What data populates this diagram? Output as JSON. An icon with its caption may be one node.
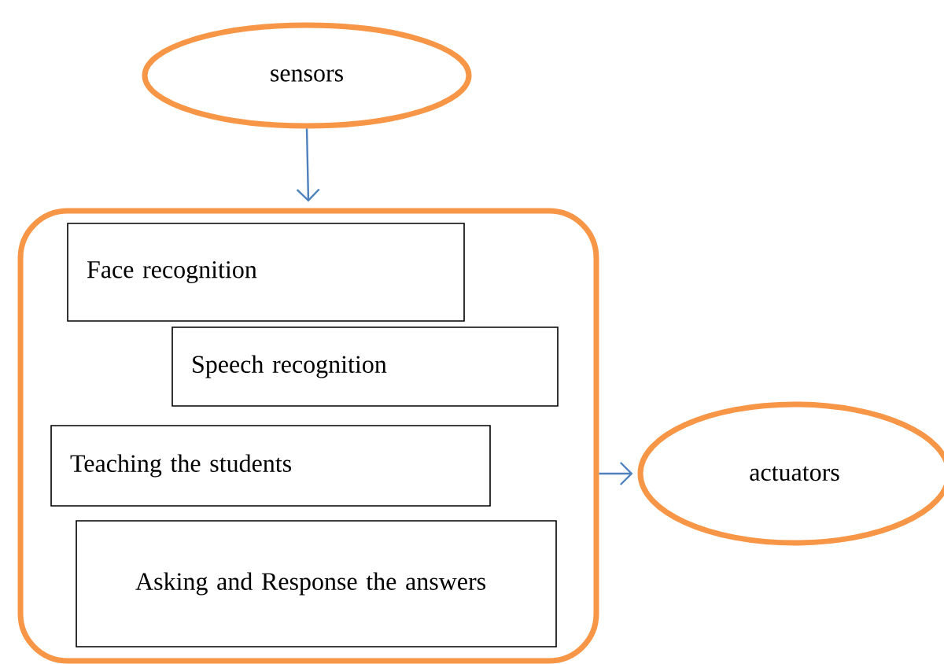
{
  "diagram": {
    "nodes": [
      {
        "text": [
          "sensors"
        ]
      },
      {
        "text": [],
        "shape": "box"
      },
      {
        "text": [
          "Face recognition"
        ],
        "in": 1
      },
      {
        "text": [
          "Speech recognition"
        ],
        "in": 1
      },
      {
        "text": [
          "Teaching the students"
        ],
        "in": 1
      },
      {
        "text": [
          "Asking and Response the answers"
        ],
        "in": 1
      },
      {
        "text": [
          "actuators"
        ]
      }
    ],
    "edges": [
      {
        "from": 0,
        "to": 1,
        "arrow": "to"
      },
      {
        "from": 1,
        "to": 6,
        "arrow": "to"
      }
    ]
  }
}
